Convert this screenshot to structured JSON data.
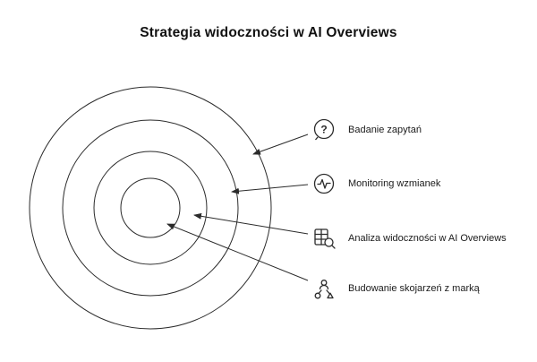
{
  "title": "Strategia widoczności w AI Overviews",
  "items": [
    {
      "label": "Badanie zapytań",
      "icon": "question-badge-icon"
    },
    {
      "label": "Monitoring wzmianek",
      "icon": "waveform-icon"
    },
    {
      "label": "Analiza widoczności w AI Overviews",
      "icon": "database-search-icon"
    },
    {
      "label": "Budowanie skojarzeń z marką",
      "icon": "brand-association-icon"
    }
  ],
  "icons": {
    "question_glyph": "?"
  },
  "colors": {
    "line": "#2b2b2b",
    "text": "#111111",
    "background": "#ffffff"
  }
}
